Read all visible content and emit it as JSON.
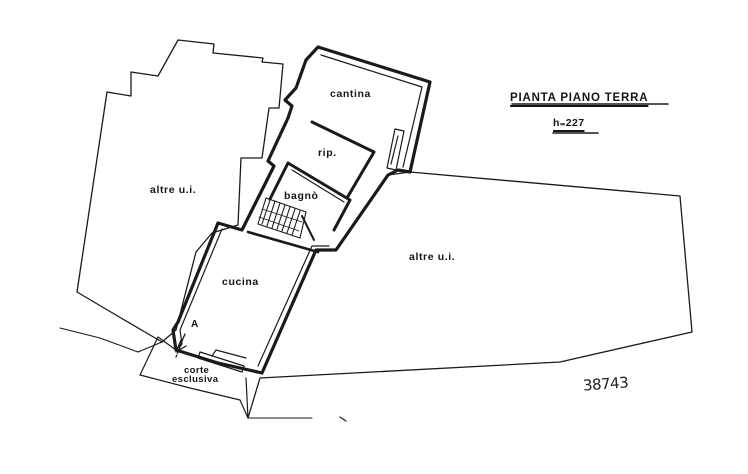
{
  "drawing": {
    "title": "PIANTA PIANO TERRA",
    "height_note": "h₌227",
    "reference_number": "38743",
    "section_marker": "A",
    "rooms": {
      "cantina": "cantina",
      "ripostiglio": "rip.",
      "bagno": "bagnò",
      "cucina": "cucina",
      "altre_left": "altre u.i.",
      "altre_right": "altre u.i.",
      "corte_line1": "corte",
      "corte_line2": "esclusiva"
    }
  }
}
